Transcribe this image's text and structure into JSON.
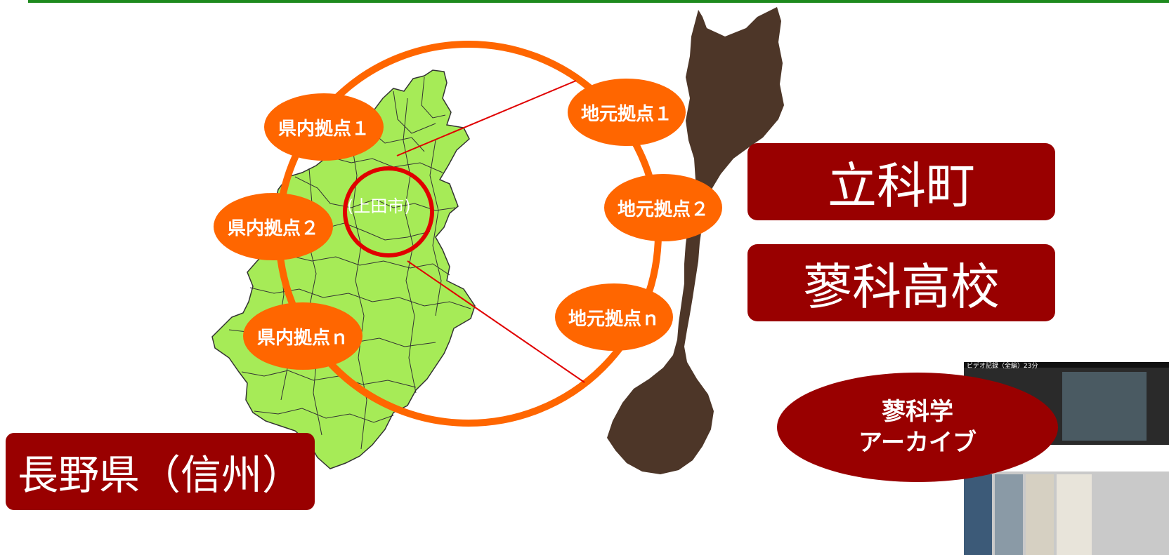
{
  "colors": {
    "accent_orange": "#ff6600",
    "label_dark_red": "#990000",
    "map_green": "#a6eb57",
    "town_brown": "#4d3628",
    "highlight_red": "#e00000",
    "top_rule_green": "#1e8a1e"
  },
  "map": {
    "city_label": "(上田市)"
  },
  "prefecture_nodes": [
    {
      "label": "県内拠点１"
    },
    {
      "label": "県内拠点２"
    },
    {
      "label": "県内拠点ｎ"
    }
  ],
  "local_nodes": [
    {
      "label": "地元拠点１"
    },
    {
      "label": "地元拠点２"
    },
    {
      "label": "地元拠点ｎ"
    }
  ],
  "labels": {
    "town": "立科町",
    "school": "蓼科高校",
    "prefecture": "長野県（信州）",
    "archive_line1": "蓼科学",
    "archive_line2": "アーカイブ"
  },
  "thumbnail_captions": {
    "video_title": "ビデオ記録（全編）23分"
  }
}
